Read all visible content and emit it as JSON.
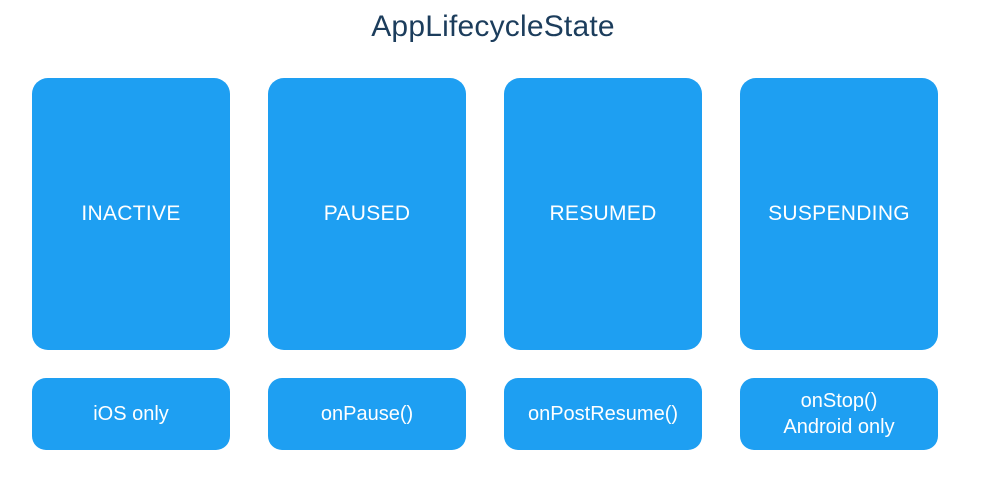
{
  "title": "AppLifecycleState",
  "colors": {
    "box": "#1E9FF2",
    "title": "#1C3D5C",
    "text": "#FFFFFF"
  },
  "states": [
    {
      "label": "INACTIVE",
      "note_lines": [
        "iOS only"
      ]
    },
    {
      "label": "PAUSED",
      "note_lines": [
        "onPause()"
      ]
    },
    {
      "label": "RESUMED",
      "note_lines": [
        "onPostResume()"
      ]
    },
    {
      "label": "SUSPENDING",
      "note_lines": [
        "onStop()",
        "Android only"
      ]
    }
  ]
}
